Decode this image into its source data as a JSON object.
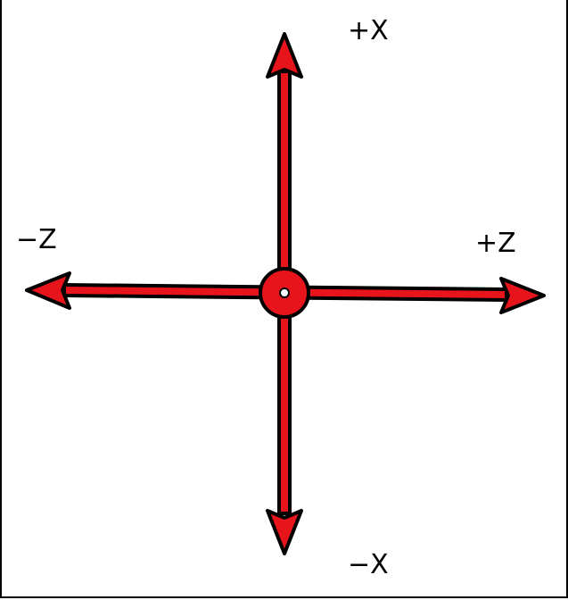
{
  "diagram": {
    "labels": {
      "pos_x": "+X",
      "neg_x": "−X",
      "neg_z": "−Z",
      "pos_z": "+Z"
    },
    "colors": {
      "arrow_fill": "#e8141b",
      "outline": "#000000",
      "background": "#ffffff",
      "origin_dot": "#ffffff"
    }
  }
}
